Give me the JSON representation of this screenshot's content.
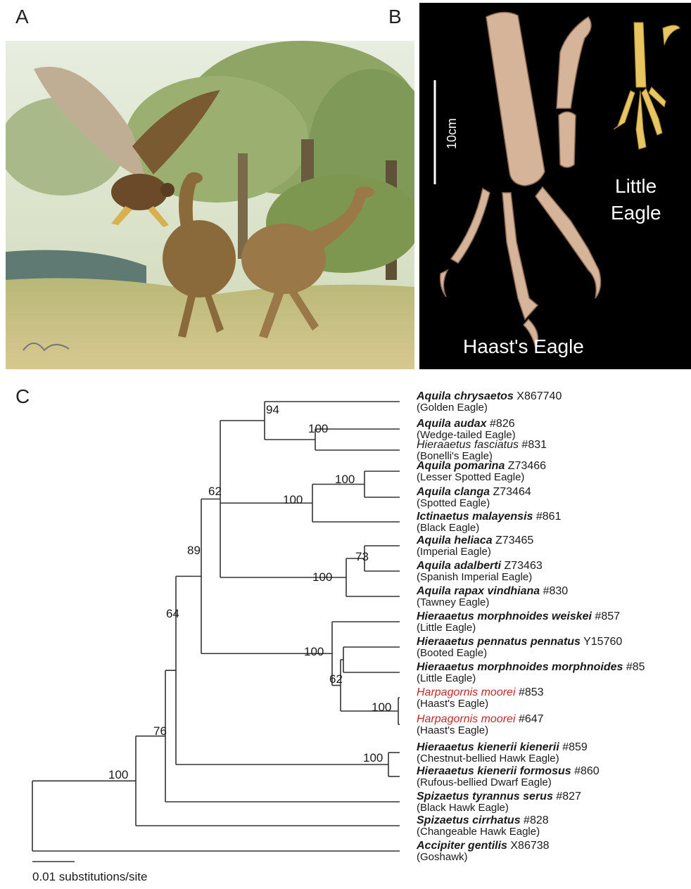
{
  "panels": {
    "a": "A",
    "b": "B",
    "c": "C"
  },
  "panel_b": {
    "scale_label": "10cm",
    "little_eagle_line1": "Little",
    "little_eagle_line2": "Eagle",
    "haast_label": "Haast's Eagle"
  },
  "tree": {
    "scale_label": "0.01 substitutions/site",
    "tips": [
      {
        "genus": "Aquila chrysaetos",
        "code": "X867740",
        "common": "(Golden Eagle)",
        "style": "bold"
      },
      {
        "genus": "Aquila audax",
        "code": "#826",
        "common": "(Wedge-tailed Eagle)",
        "style": "bold"
      },
      {
        "genus": "Hieraaetus fasciatus",
        "code": "#831",
        "common": "(Bonelli's Eagle)",
        "style": "normal"
      },
      {
        "genus": "Aquila pomarina",
        "code": "Z73466",
        "common": "(Lesser Spotted Eagle)",
        "style": "bold"
      },
      {
        "genus": "Aquila clanga",
        "code": "Z73464",
        "common": "(Spotted Eagle)",
        "style": "bold"
      },
      {
        "genus": "Ictinaetus malayensis",
        "code": "#861",
        "common": "(Black Eagle)",
        "style": "bold"
      },
      {
        "genus": "Aquila heliaca",
        "code": "Z73465",
        "common": "(Imperial Eagle)",
        "style": "bold"
      },
      {
        "genus": "Aquila adalberti",
        "code": "Z73463",
        "common": "(Spanish Imperial Eagle)",
        "style": "bold"
      },
      {
        "genus": "Aquila rapax vindhiana",
        "code": "#830",
        "common": "(Tawney Eagle)",
        "style": "bold"
      },
      {
        "genus": "Hieraaetus morphnoides weiskei",
        "code": "#857",
        "common": "(Little Eagle)",
        "style": "bold"
      },
      {
        "genus": "Hieraaetus pennatus pennatus",
        "code": "Y15760",
        "common": "(Booted Eagle)",
        "style": "bold"
      },
      {
        "genus": "Hieraaetus morphnoides morphnoides",
        "code": "#85",
        "common": "(Little Eagle)",
        "style": "bold"
      },
      {
        "genus": "Harpagornis moorei",
        "code": "#853",
        "common": "(Haast's Eagle)",
        "style": "red"
      },
      {
        "genus": "Harpagornis moorei",
        "code": "#647",
        "common": "(Haast's Eagle)",
        "style": "red"
      },
      {
        "genus": "Hieraaetus kienerii kienerii",
        "code": "#859",
        "common": "(Chestnut-bellied Hawk Eagle)",
        "style": "bold"
      },
      {
        "genus": "Hieraaetus kienerii formosus",
        "code": "#860",
        "common": "(Rufous-bellied Dwarf Eagle)",
        "style": "bold"
      },
      {
        "genus": "Spizaetus tyrannus serus",
        "code": "#827",
        "common": "(Black Hawk Eagle)",
        "style": "bold"
      },
      {
        "genus": "Spizaetus cirrhatus",
        "code": "#828",
        "common": "(Changeable Hawk Eagle)",
        "style": "bold"
      },
      {
        "genus": "Accipiter gentilis",
        "code": "X86738",
        "common": "(Goshawk)",
        "style": "bold"
      }
    ],
    "bootstrap": [
      "94",
      "100",
      "62",
      "100",
      "100",
      "89",
      "73",
      "100",
      "64",
      "100",
      "62",
      "100",
      "76",
      "100",
      "100"
    ],
    "colors": {
      "branch": "#333333",
      "highlight": "#c0282d",
      "text": "#1a1a1a"
    }
  }
}
